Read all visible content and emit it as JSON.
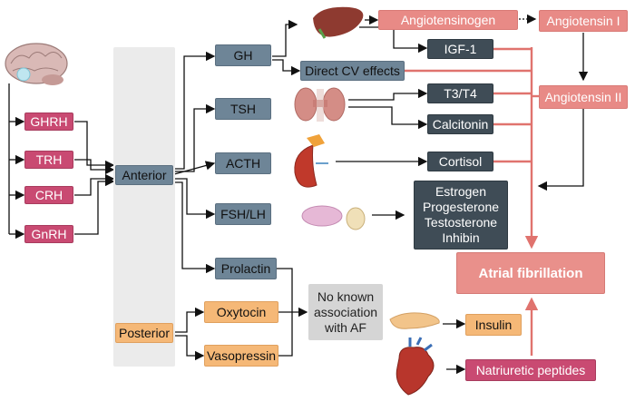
{
  "hypothalamus": {
    "releasing_hormones": [
      "GHRH",
      "TRH",
      "CRH",
      "GnRH"
    ]
  },
  "pituitary": {
    "anterior_label": "Anterior",
    "posterior_label": "Posterior"
  },
  "anterior_hormones": {
    "gh": "GH",
    "tsh": "TSH",
    "acth": "ACTH",
    "fsh_lh": "FSH/LH",
    "prolactin": "Prolactin"
  },
  "posterior_hormones": {
    "oxytocin": "Oxytocin",
    "vasopressin": "Vasopressin"
  },
  "targets": {
    "direct_cv": "Direct CV effects",
    "angiotensinogen": "Angiotensinogen",
    "angiotensin_1": "Angiotensin I",
    "angiotensin_2": "Angiotensin II",
    "igf1": "IGF-1",
    "t3t4": "T3/T4",
    "calcitonin": "Calcitonin",
    "cortisol": "Cortisol",
    "sex_hormones": [
      "Estrogen",
      "Progesterone",
      "Testosterone",
      "Inhibin"
    ],
    "no_association": [
      "No known",
      "association",
      "with AF"
    ],
    "insulin": "Insulin",
    "natriuretic": "Natriuretic peptides"
  },
  "outcome": "Atrial fibrillation",
  "colors": {
    "releasing": "#c94a72",
    "anterior": "#6e8597",
    "dark": "#3f4c56",
    "raas": "#e88a86",
    "posterior": "#f5b877",
    "arrow_red": "#e0736e"
  }
}
